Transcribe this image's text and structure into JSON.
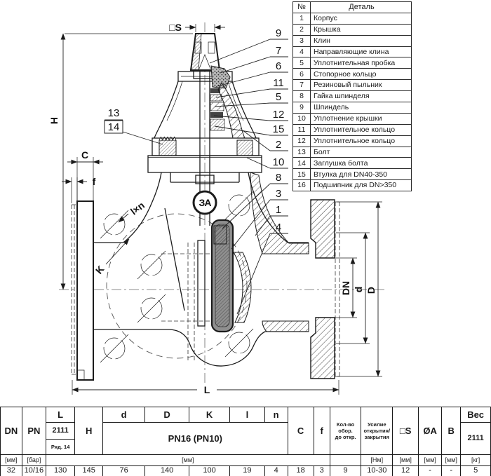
{
  "parts_table": {
    "headers": {
      "num": "№",
      "detail": "Деталь"
    },
    "rows": [
      [
        "1",
        "Корпус"
      ],
      [
        "2",
        "Крышка"
      ],
      [
        "3",
        "Клин"
      ],
      [
        "4",
        "Направляющие клина"
      ],
      [
        "5",
        "Уплотнительная пробка"
      ],
      [
        "6",
        "Стопорное кольцо"
      ],
      [
        "7",
        "Резиновый пыльник"
      ],
      [
        "8",
        "Гайка шпинделя"
      ],
      [
        "9",
        "Шпиндель"
      ],
      [
        "10",
        "Уплотнение крышки"
      ],
      [
        "11",
        "Уплотнительное кольцо"
      ],
      [
        "12",
        "Уплотнительное кольцо"
      ],
      [
        "13",
        "Болт"
      ],
      [
        "14",
        "Заглушка болта"
      ],
      [
        "15",
        "Втулка для DN40-350"
      ],
      [
        "16",
        "Подшипник для DN>350"
      ]
    ]
  },
  "dims_table": {
    "headers": {
      "dn": "DN",
      "pn": "PN",
      "l": "L",
      "l_sub": "2111",
      "l_sub2": "Ряд. 14",
      "h": "H",
      "d": "d",
      "big_d": "D",
      "k": "K",
      "l_small": "l",
      "n": "n",
      "pn_group": "PN16 (PN10)",
      "c": "C",
      "f": "f",
      "turns_1": "Кол-во",
      "turns_2": "обор.",
      "turns_3": "до откр.",
      "force_1": "Усилие",
      "force_2": "открытия/",
      "force_3": "закрытия",
      "s": "□S",
      "a": "ØA",
      "b": "B",
      "ves": "Вес",
      "ves_sub": "2111"
    },
    "units": {
      "mm": "[мм]",
      "bar": "[бар]",
      "mm_span": "[мм]",
      "nm": "[Нм]",
      "kg": "[кг]"
    },
    "values": [
      "32",
      "10/16",
      "130",
      "145",
      "76",
      "140",
      "100",
      "19",
      "4",
      "18",
      "3",
      "9",
      "10-30",
      "12",
      "-",
      "-",
      "5"
    ]
  },
  "drawing": {
    "dims": {
      "s_square": "□S",
      "h": "H",
      "c": "C",
      "f": "f",
      "k": "K",
      "lxn": "l×n",
      "dn": "DN",
      "d": "d",
      "big_d": "D",
      "l": "L"
    },
    "callouts": [
      "9",
      "7",
      "6",
      "11",
      "5",
      "12",
      "15",
      "2",
      "10",
      "8",
      "3",
      "1",
      "4"
    ],
    "callout_13": "13",
    "callout_14": "14",
    "logo": "ЗА"
  }
}
